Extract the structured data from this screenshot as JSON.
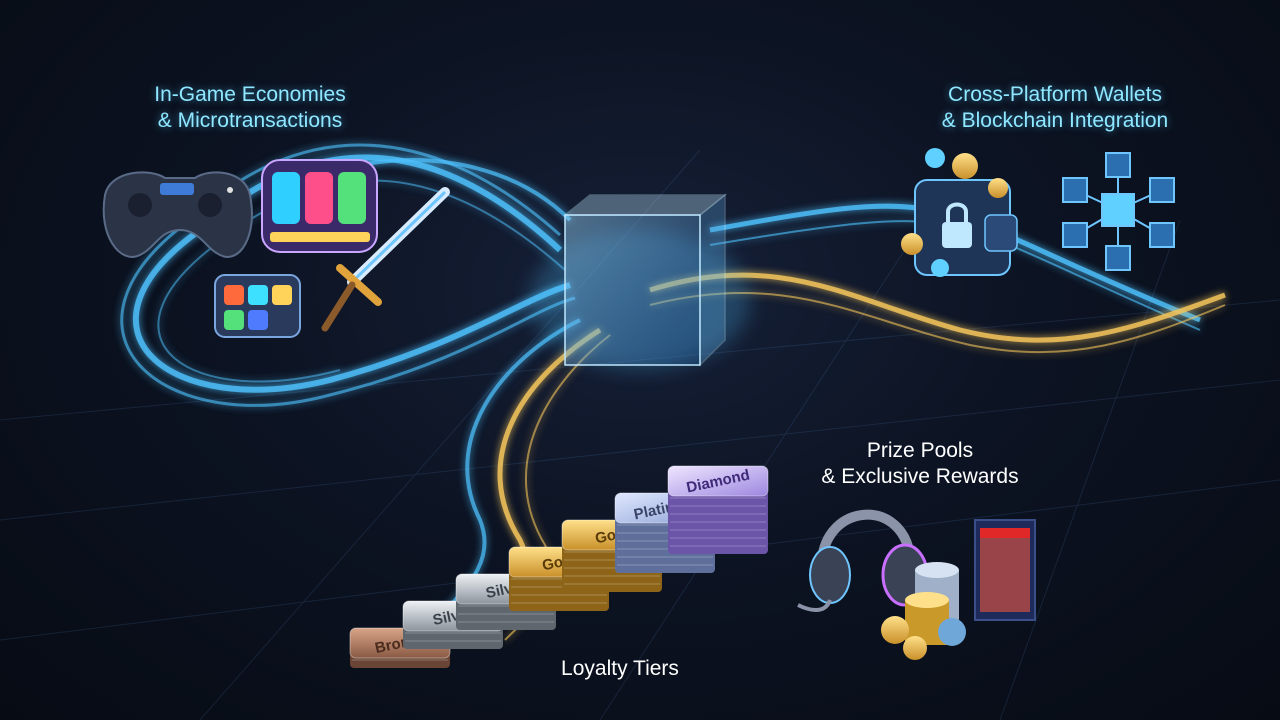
{
  "labels": {
    "in_game": {
      "line1": "In-Game Economies",
      "line2": "& Microtransactions"
    },
    "wallets": {
      "line1": "Cross-Platform Wallets",
      "line2": "& Blockchain Integration"
    },
    "prize": {
      "line1": "Prize Pools",
      "line2": "& Exclusive Rewards"
    },
    "tiers": "Loyalty Tiers"
  },
  "tiers": [
    "Bronze",
    "Silver",
    "Silver",
    "Gold",
    "Gold",
    "Platinum",
    "Diamond"
  ],
  "icons": [
    "gamepad-icon",
    "slot-machine-icon",
    "treasure-chest-icon",
    "sword-icon",
    "cube-icon",
    "wallet-icon",
    "lock-icon",
    "coin-icon",
    "blockchain-network-icon",
    "headset-icon",
    "coin-stack-icon",
    "game-box-icon"
  ],
  "colors": {
    "background": "#0c1322",
    "stream_blue": "#4fc3ff",
    "stream_gold": "#f2c35a",
    "label_cyan": "#8fe8ff",
    "bronze": "#b98468",
    "silver": "#b9c0c8",
    "gold": "#e8b945",
    "platinum": "#b8c4e0",
    "diamond": "#c9b6f5"
  }
}
